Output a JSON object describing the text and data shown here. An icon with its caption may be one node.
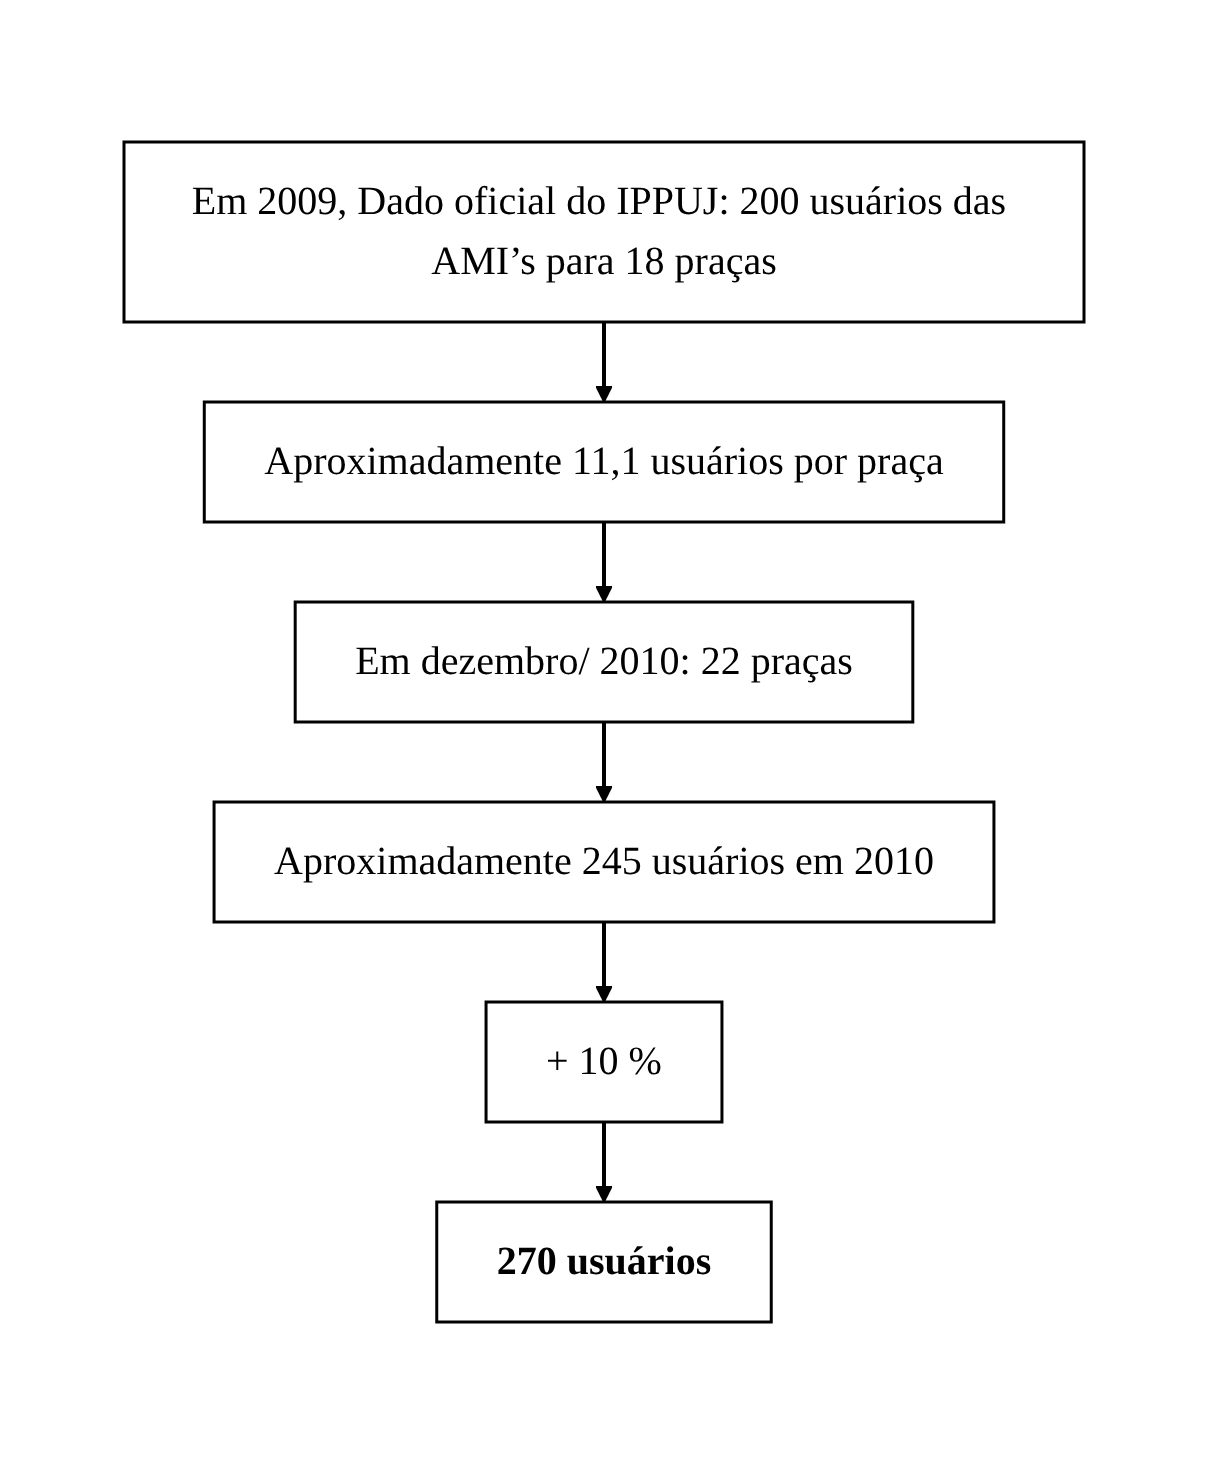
{
  "diagram": {
    "nodes": [
      {
        "text": [
          "Em 2009, Dado oficial do IPPUJ: 200 usuários das AMI’s para 18 praças"
        ]
      },
      {
        "text": [
          "Aproximadamente 11,1 usuários por praça"
        ]
      },
      {
        "text": [
          "Em dezembro/ 2010: 22 praças"
        ]
      },
      {
        "text": [
          "Aproximadamente 245 usuários em 2010"
        ]
      },
      {
        "text": [
          "+ 10 %"
        ]
      },
      {
        "text": [
          "270 usuários"
        ]
      }
    ],
    "edges": [
      {
        "from": 0,
        "to": 1,
        "arrow": "to"
      },
      {
        "from": 1,
        "to": 2,
        "arrow": "to"
      },
      {
        "from": 2,
        "to": 3,
        "arrow": "to"
      },
      {
        "from": 3,
        "to": 4,
        "arrow": "to"
      },
      {
        "from": 4,
        "to": 5,
        "arrow": "to"
      }
    ]
  }
}
